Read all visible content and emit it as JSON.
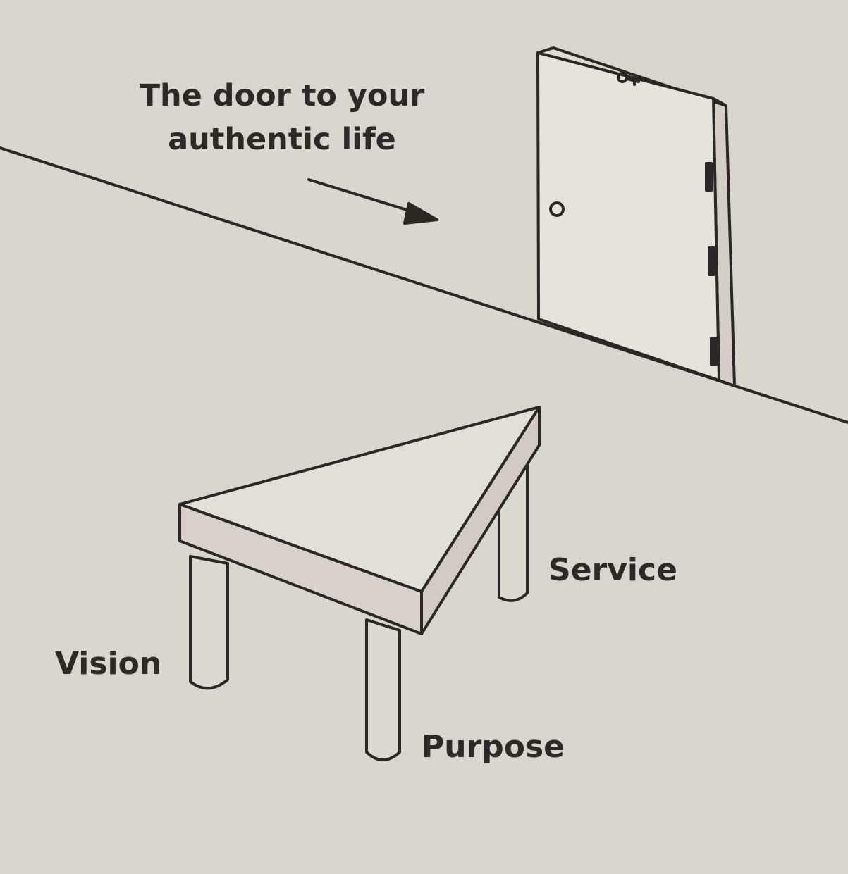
{
  "caption": {
    "line1": "The door to your",
    "line2": "authentic life"
  },
  "legs": {
    "vision": "Vision",
    "service": "Service",
    "purpose": "Purpose"
  },
  "colors": {
    "paper": "#d9d5cf",
    "ink": "#2a2825",
    "door_face": "#e6e3dd"
  },
  "icons": [
    "arrow-icon",
    "door-icon",
    "doorknob-icon",
    "key-icon",
    "table-icon"
  ]
}
